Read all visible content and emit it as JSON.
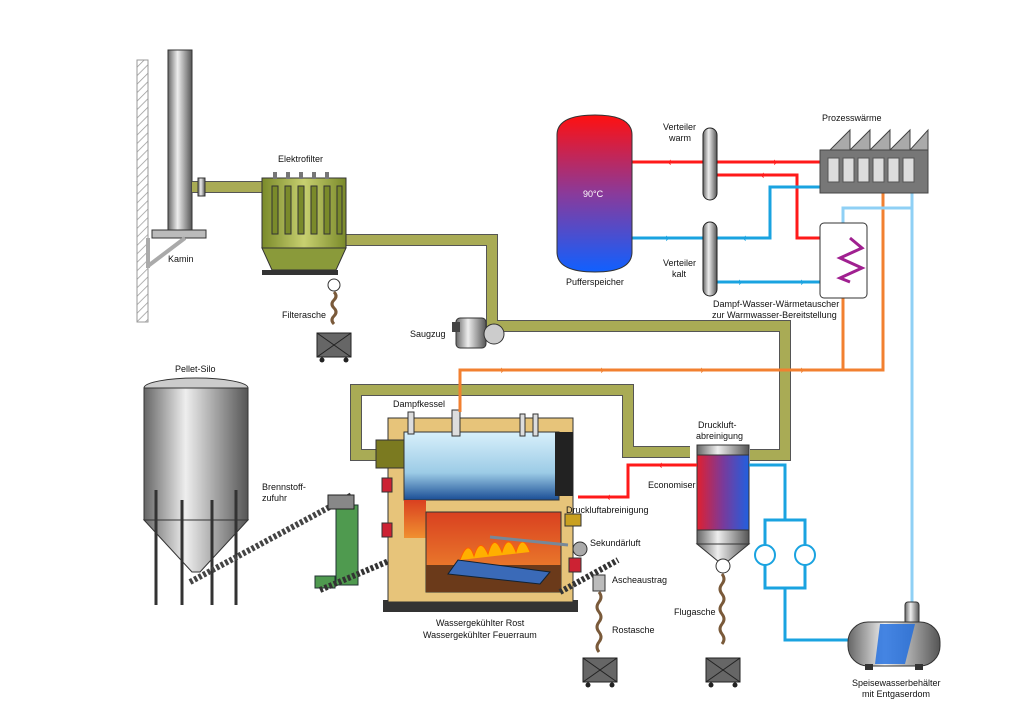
{
  "labels": {
    "kamin": "Kamin",
    "elektrofilter": "Elektrofilter",
    "filterasche": "Filterasche",
    "saugzug": "Saugzug",
    "pellet_silo": "Pellet-Silo",
    "brennstoff_1": "Brennstoff-",
    "brennstoff_2": "zufuhr",
    "dampfkessel": "Dampfkessel",
    "druckluft_boiler": "Druckluftabreinigung",
    "sekundaerluft": "Sekundärluft",
    "ascheaustrag": "Ascheaustrag",
    "rostasche": "Rostasche",
    "rost_1": "Wassergekühlter Rost",
    "rost_2": "Wassergekühlter Feuerraum",
    "druckluft_1": "Druckluft-",
    "druckluft_2": "abreinigung",
    "economiser": "Economiser",
    "flugasche": "Flugasche",
    "speise_1": "Speisewasserbehälter",
    "speise_2": "mit Entgaserdom",
    "pufferspeicher": "Pufferspeicher",
    "temperature": "90°C",
    "verteiler_warm_1": "Verteiler",
    "verteiler_warm_2": "warm",
    "verteiler_kalt_1": "Verteiler",
    "verteiler_kalt_2": "kalt",
    "prozesswaerme": "Prozesswärme",
    "waermetauscher_1": "Dampf-Wasser-Wärmetauscher",
    "waermetauscher_2": "zur Warmwasser-Bereitstellung"
  },
  "colors": {
    "flue_duct": "#a9ab55",
    "hot_water": "#ff1a1a",
    "cold_water": "#1aa3e0",
    "steam": "#f28030",
    "feed_water": "#8fd0f5",
    "fire": "#e85a20",
    "feeder_green": "#4f9a4f"
  }
}
